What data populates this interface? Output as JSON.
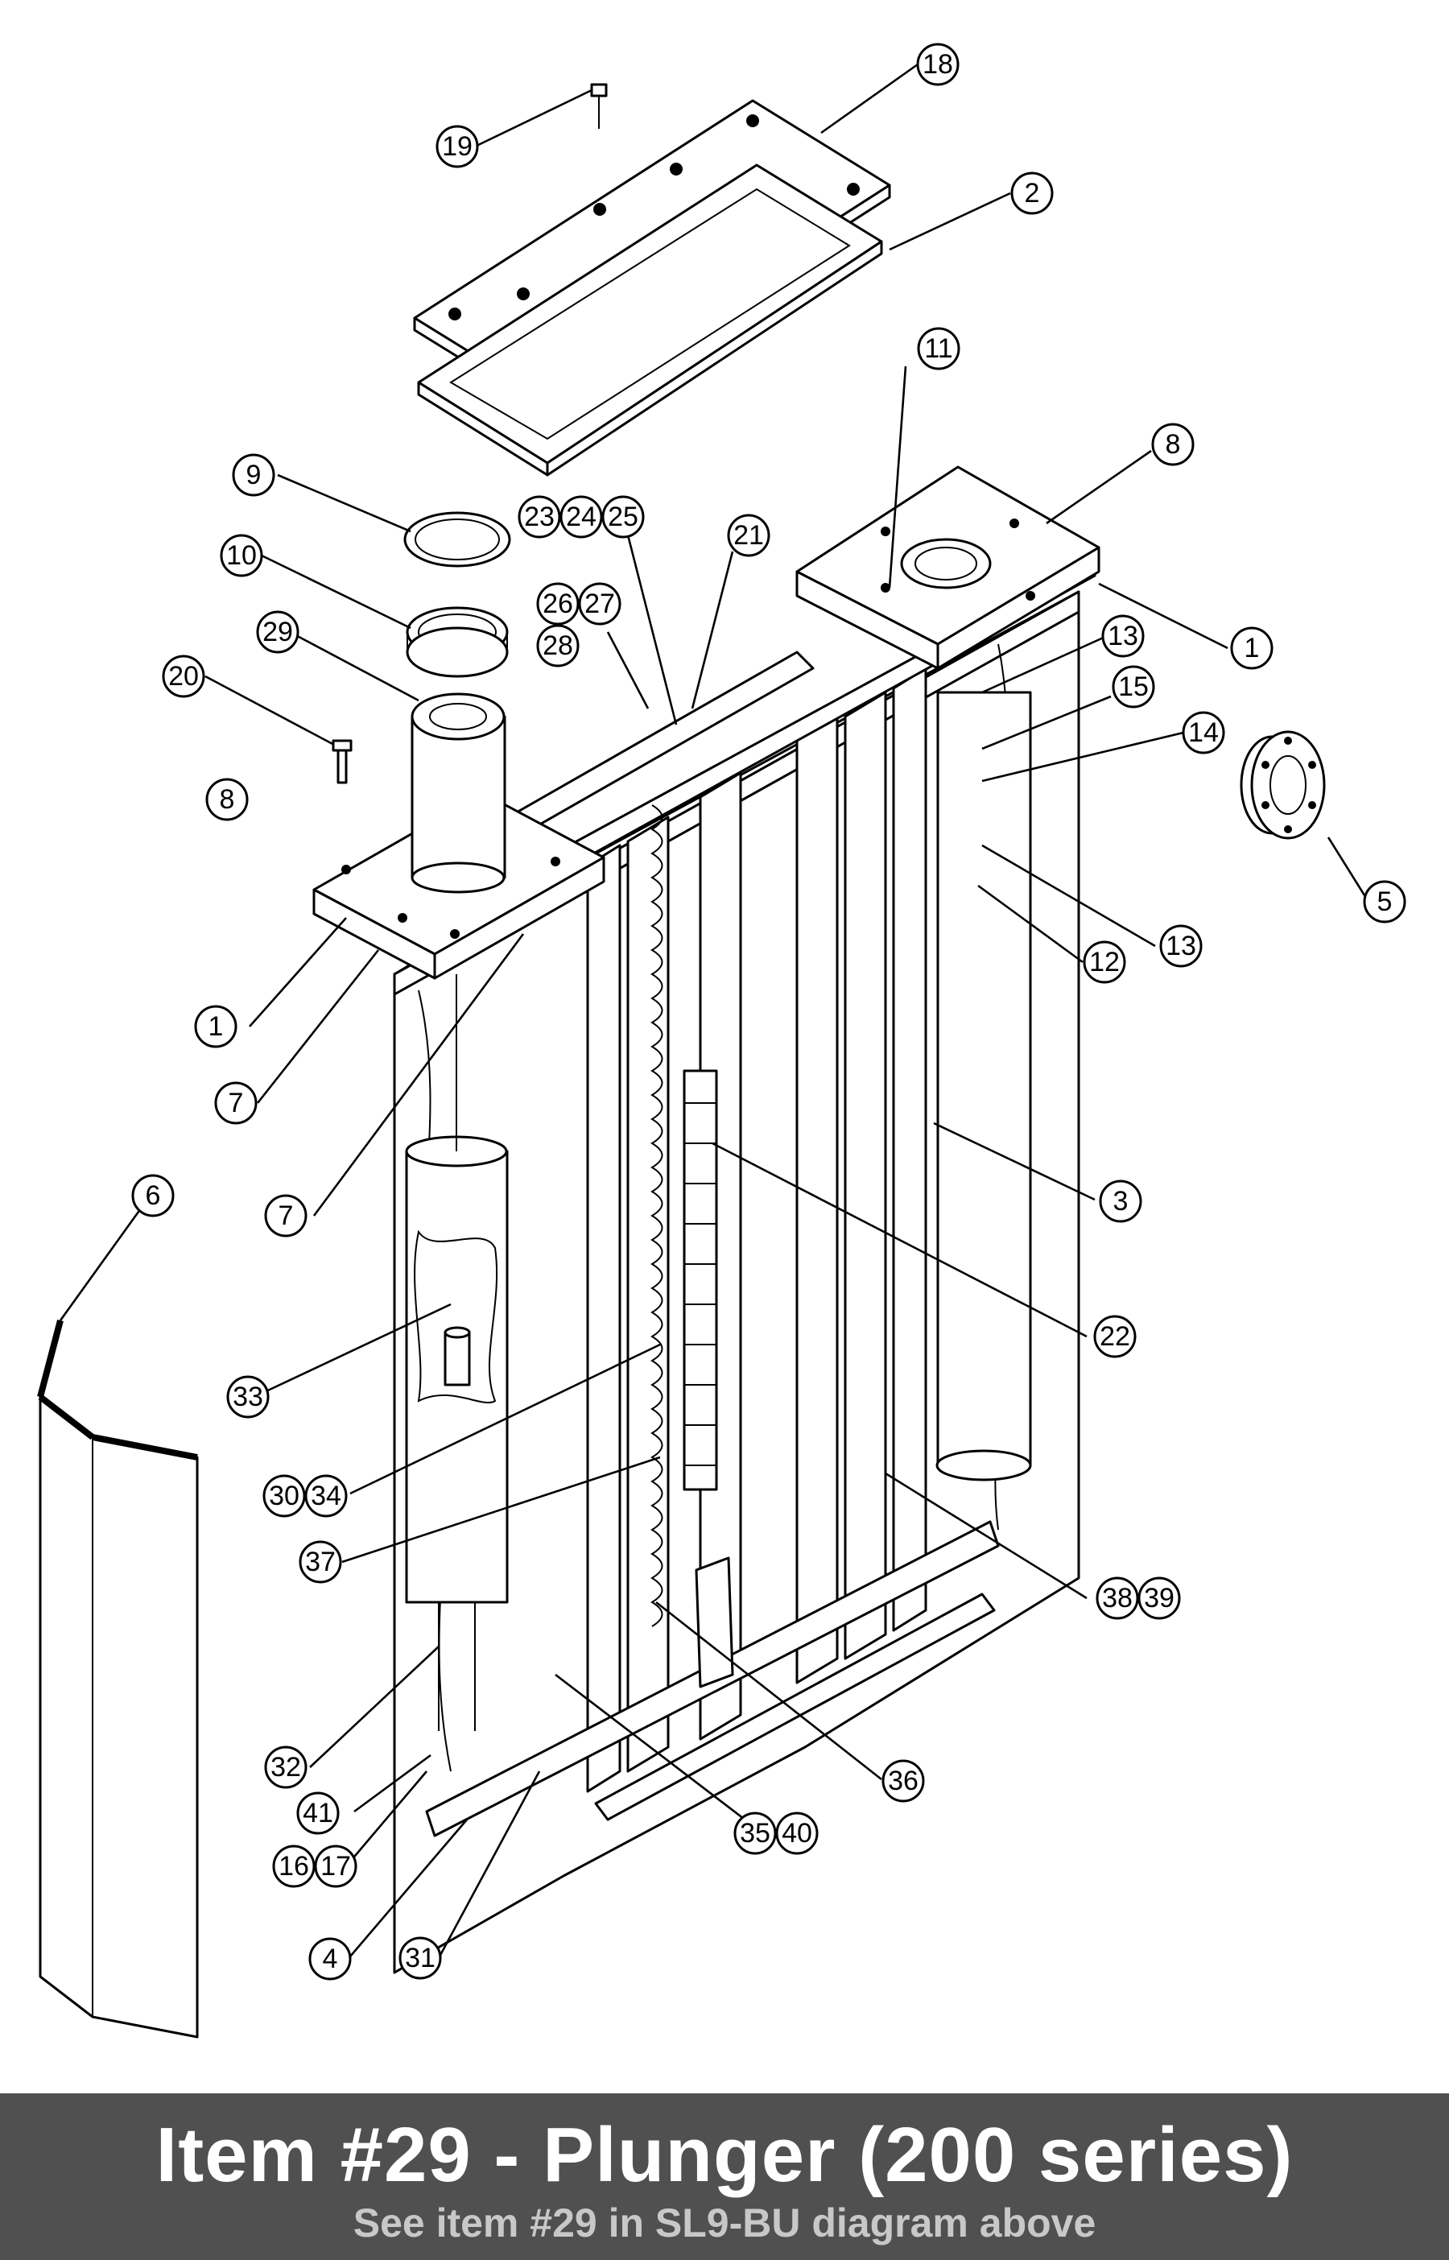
{
  "banner": {
    "title": "Item #29 - Plunger (200 series)",
    "subtitle": "See item #29 in SL9-BU diagram above"
  },
  "callouts": [
    "18",
    "19",
    "2",
    "11",
    "8",
    "9",
    "23",
    "24",
    "25",
    "21",
    "10",
    "26",
    "27",
    "28",
    "1",
    "29",
    "13",
    "15",
    "20",
    "14",
    "5",
    "12",
    "13",
    "1",
    "7",
    "3",
    "7",
    "6",
    "22",
    "33",
    "30",
    "34",
    "37",
    "38",
    "39",
    "36",
    "32",
    "41",
    "35",
    "40",
    "16",
    "17",
    "4",
    "31"
  ]
}
